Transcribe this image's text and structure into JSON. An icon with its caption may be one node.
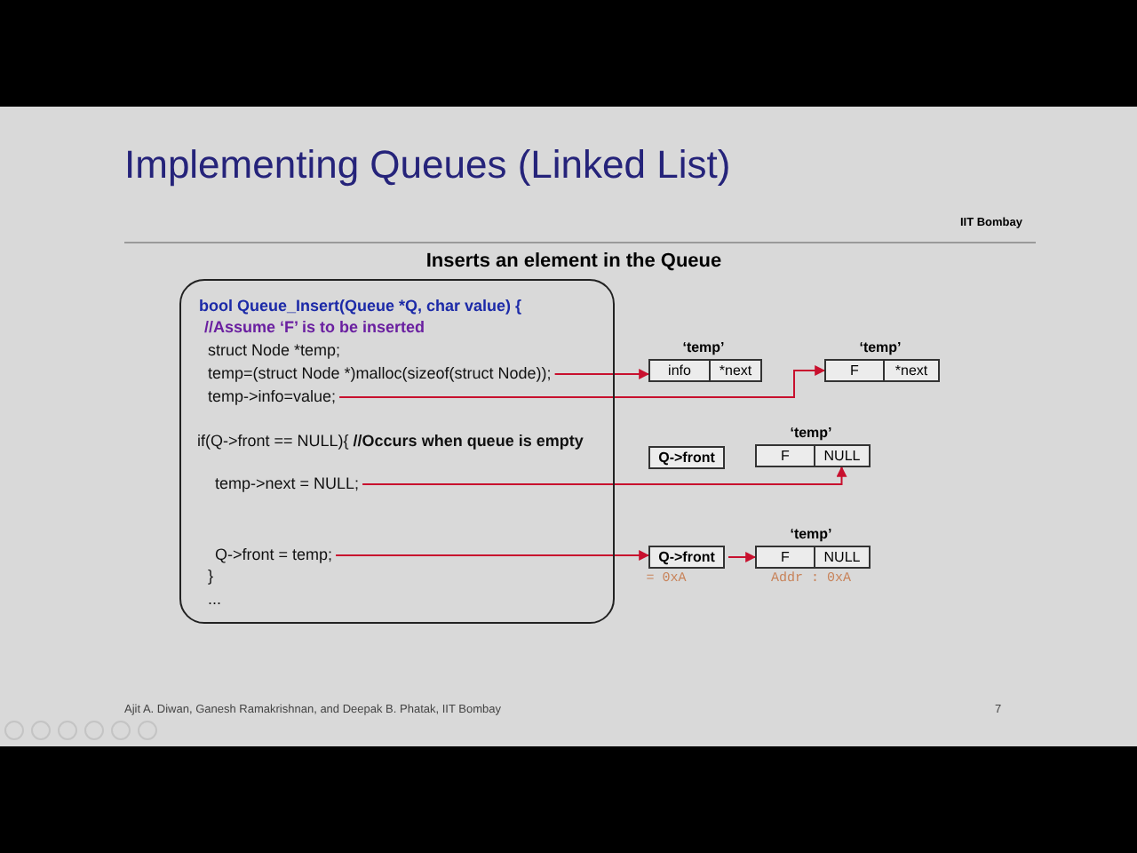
{
  "diagram": {
    "title": "Implementing Queues (Linked List)",
    "nodes": [
      {
        "text": [],
        "shape": "box"
      },
      {
        "text": [
          "bool Queue_Insert(Queue *Q, char value) {"
        ],
        "in": 0
      },
      {
        "text": [
          "//Assume ‘F’ is to be inserted"
        ],
        "in": 0
      },
      {
        "text": [
          "struct Node *temp;"
        ],
        "in": 0
      },
      {
        "text": [
          "temp=(struct Node *)malloc(sizeof(struct Node));"
        ],
        "in": 0
      },
      {
        "text": [
          "temp->info=value;"
        ],
        "in": 0
      },
      {
        "text": [
          "if(Q->front == NULL){ **//Occurs when queue is empty**"
        ],
        "in": 0
      },
      {
        "text": [
          "temp->next = NULL;"
        ],
        "in": 0
      },
      {
        "text": [
          "Q->front = temp;"
        ],
        "in": 0
      },
      {
        "text": [
          "}"
        ],
        "in": 0
      },
      {
        "text": [
          "..."
        ],
        "in": 0
      },
      {
        "text": [
          "info",
          "*next"
        ],
        "beside": [
          "‘temp’"
        ]
      },
      {
        "text": [
          "F",
          "*next"
        ],
        "beside": [
          "‘temp’"
        ]
      },
      {
        "text": [
          "Q->front"
        ]
      },
      {
        "text": [
          "F",
          "NULL"
        ],
        "beside": [
          "‘temp’"
        ]
      },
      {
        "text": [
          "Q->front"
        ],
        "beside": [
          "= 0xA"
        ]
      },
      {
        "text": [
          "F",
          "NULL"
        ],
        "beside": [
          "‘temp’",
          "Addr : 0xA"
        ]
      }
    ],
    "edges": [
      {
        "from": 4,
        "to": 11,
        "arrow": "to"
      },
      {
        "from": 5,
        "to": 12,
        "arrow": "to"
      },
      {
        "from": 7,
        "to": 14,
        "arrow": "to"
      },
      {
        "from": 8,
        "to": 15,
        "arrow": "to"
      },
      {
        "from": 15,
        "to": 16,
        "arrow": "to"
      }
    ],
    "labels": [
      "Inserts an element in the Queue",
      "IIT Bombay",
      "Ajit A. Diwan, Ganesh Ramakrishnan, and Deepak B. Phatak, IIT Bombay",
      "7"
    ]
  }
}
